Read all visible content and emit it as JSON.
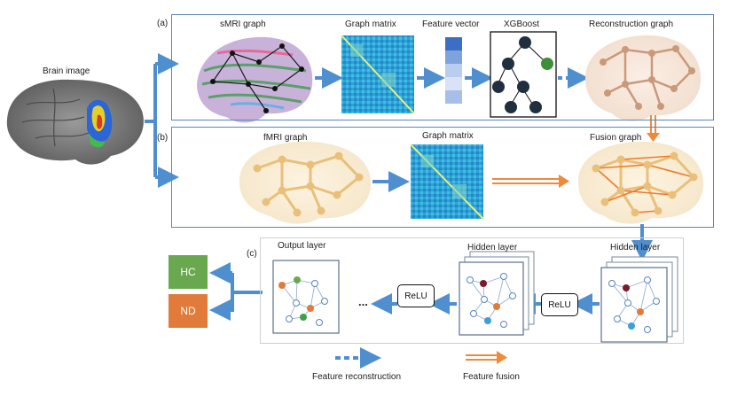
{
  "labels": {
    "brain_image": "Brain image",
    "panel_a": "(a)",
    "panel_b": "(b)",
    "panel_c": "(c)",
    "smri_graph": "sMRI graph",
    "graph_matrix_a": "Graph matrix",
    "feature_vector": "Feature vector",
    "xgboost": "XGBoost",
    "reconstruction_graph": "Reconstruction graph",
    "fmri_graph": "fMRI graph",
    "graph_matrix_b": "Graph matrix",
    "fusion_graph": "Fusion graph",
    "output_layer": "Output layer",
    "hidden_layer_1": "Hidden layer",
    "hidden_layer_2": "Hidden layer",
    "relu_1": "ReLU",
    "relu_2": "ReLU",
    "ellipsis": "...",
    "hc": "HC",
    "nd": "ND",
    "legend_reconstruction": "Feature reconstruction",
    "legend_fusion": "Feature fusion"
  },
  "colors": {
    "blue_arrow": "#4f8fcf",
    "orange_arrow": "#ee8a3a",
    "box_border": "#5b86b8",
    "hc_green": "#6aa84f",
    "nd_orange": "#e07b39",
    "node_dark": "#1f2f3f",
    "node_green": "#3f8f3a"
  }
}
